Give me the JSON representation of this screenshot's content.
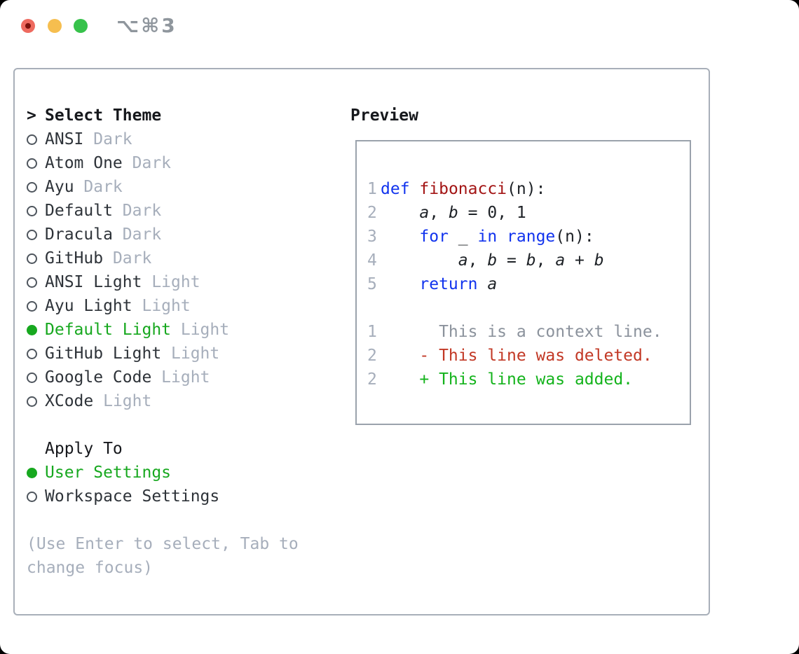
{
  "titlebar": {
    "title": "⌥⌘3"
  },
  "colors": {
    "green": "#17a81f",
    "added": "#14b31c",
    "deleted": "#c23825",
    "keyword": "#1133ee",
    "function_name": "#a31515",
    "context": "#8b929c",
    "muted": "#a6aebb",
    "text": "#2e3339",
    "heading": "#16181c",
    "panel_border": "#a8afb9",
    "traffic_red": "#ee6a5f",
    "traffic_yellow": "#f6be4f",
    "traffic_green": "#37c24b"
  },
  "theme_section": {
    "focus_marker": ">",
    "header": "Select Theme",
    "items": [
      {
        "name": "ANSI",
        "tag": "Dark",
        "selected": false
      },
      {
        "name": "Atom One",
        "tag": "Dark",
        "selected": false
      },
      {
        "name": "Ayu",
        "tag": "Dark",
        "selected": false
      },
      {
        "name": "Default",
        "tag": "Dark",
        "selected": false
      },
      {
        "name": "Dracula",
        "tag": "Dark",
        "selected": false
      },
      {
        "name": "GitHub",
        "tag": "Dark",
        "selected": false
      },
      {
        "name": "ANSI Light",
        "tag": "Light",
        "selected": false
      },
      {
        "name": "Ayu Light",
        "tag": "Light",
        "selected": false
      },
      {
        "name": "Default Light",
        "tag": "Light",
        "selected": true
      },
      {
        "name": "GitHub Light",
        "tag": "Light",
        "selected": false
      },
      {
        "name": "Google Code",
        "tag": "Light",
        "selected": false
      },
      {
        "name": "XCode",
        "tag": "Light",
        "selected": false
      }
    ]
  },
  "apply_section": {
    "header": "Apply To",
    "items": [
      {
        "label": "User Settings",
        "selected": true
      },
      {
        "label": "Workspace Settings",
        "selected": false
      }
    ]
  },
  "help_text": "(Use Enter to select, Tab to change focus)",
  "preview": {
    "header": "Preview",
    "lines": [
      {
        "n": "1",
        "kind": "code",
        "tokens": [
          [
            "kw",
            "def"
          ],
          [
            "pl",
            " "
          ],
          [
            "fn",
            "fibonacci"
          ],
          [
            "pl",
            "(n):"
          ]
        ]
      },
      {
        "n": "2",
        "kind": "code",
        "tokens": [
          [
            "pl",
            "    "
          ],
          [
            "va",
            "a"
          ],
          [
            "pl",
            ", "
          ],
          [
            "va",
            "b"
          ],
          [
            "pl",
            " = 0, 1"
          ]
        ]
      },
      {
        "n": "3",
        "kind": "code",
        "tokens": [
          [
            "pl",
            "    "
          ],
          [
            "kw",
            "for"
          ],
          [
            "pl",
            " _ "
          ],
          [
            "kw",
            "in"
          ],
          [
            "pl",
            " "
          ],
          [
            "kw",
            "range"
          ],
          [
            "pl",
            "(n):"
          ]
        ]
      },
      {
        "n": "4",
        "kind": "code",
        "tokens": [
          [
            "pl",
            "        "
          ],
          [
            "va",
            "a"
          ],
          [
            "pl",
            ", "
          ],
          [
            "va",
            "b"
          ],
          [
            "pl",
            " = "
          ],
          [
            "va",
            "b"
          ],
          [
            "pl",
            ", "
          ],
          [
            "va",
            "a"
          ],
          [
            "pl",
            " + "
          ],
          [
            "va",
            "b"
          ]
        ]
      },
      {
        "n": "5",
        "kind": "code",
        "tokens": [
          [
            "pl",
            "    "
          ],
          [
            "kw",
            "return"
          ],
          [
            "pl",
            " "
          ],
          [
            "va",
            "a"
          ]
        ]
      },
      {
        "n": "",
        "kind": "blank",
        "tokens": []
      },
      {
        "n": "1",
        "kind": "diff-context",
        "tokens": [
          [
            "ctx",
            "      This is a context line."
          ]
        ]
      },
      {
        "n": "2",
        "kind": "diff-deleted",
        "tokens": [
          [
            "del",
            "    - This line was deleted."
          ]
        ]
      },
      {
        "n": "2",
        "kind": "diff-added",
        "tokens": [
          [
            "add",
            "    + This line was added."
          ]
        ]
      }
    ]
  }
}
